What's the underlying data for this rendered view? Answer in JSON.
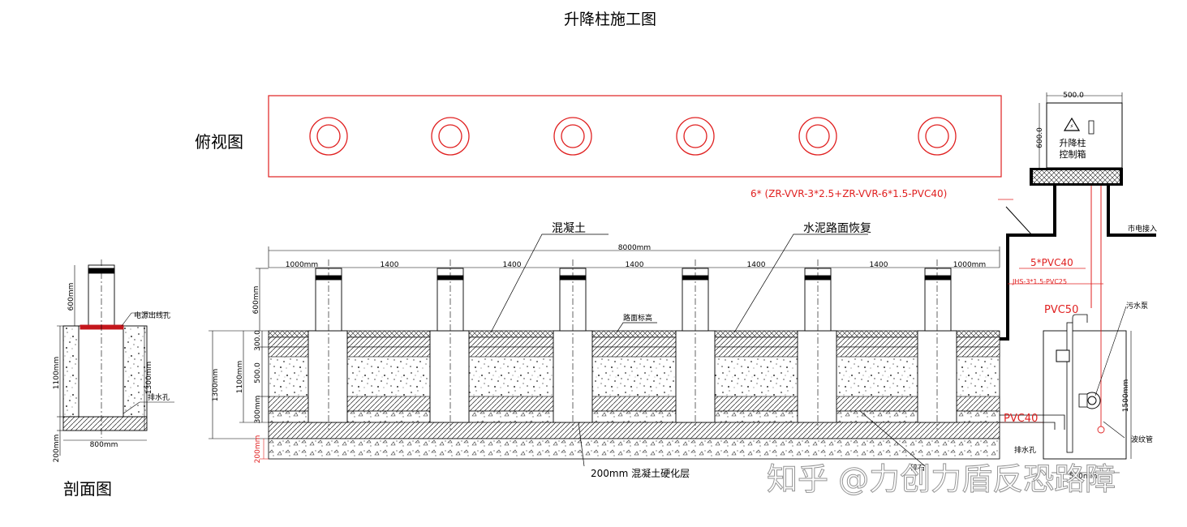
{
  "title": "升降柱施工图",
  "top_view_label": "俯视图",
  "section_label": "剖面图",
  "control_box": {
    "line1": "升降柱",
    "line2": "控制箱",
    "width_dim": "500.0",
    "height_dim": "600.0"
  },
  "cable_spec": "6* (ZR-VVR-3*2.5+ZR-VVR-6*1.5-PVC40)",
  "conduit_main": "5*PVC40",
  "conduit_jhs": "JHS-3*1.5-PVC25",
  "pvc50": "PVC50",
  "pvc40": "PVC40",
  "mains_input": "市电接入",
  "sewage_pump": "污水泵",
  "bellows_pipe": "波纹管",
  "drain_hole": "排水孔",
  "concrete": "混凝土",
  "road_restore": "水泥路面恢复",
  "road_level": "路面标高",
  "hardened_layer": "200mm 混凝土硬化层",
  "gravel_partial": "碎石",
  "total_length": "8000mm",
  "spacings": [
    "1000mm",
    "1400",
    "1400",
    "1400",
    "1400",
    "1400",
    "1000mm"
  ],
  "dims_main": {
    "d600": "600mm",
    "d1300": "1300mm",
    "d1100": "1100mm",
    "d300a": "300.0",
    "d500": "500.0",
    "d300b": "300mm",
    "d200": "200mm",
    "d1500": "1500mm",
    "d500pit": "500mm"
  },
  "section": {
    "power_hole": "电源出线孔",
    "drain_hole": "排水孔",
    "d600": "600mm",
    "d1100": "1100mm",
    "d1300": "1300mm",
    "d200": "200mm",
    "d800": "800mm"
  },
  "watermark": "知乎 @力创力盾反恐路障",
  "colors": {
    "accent": "#e02020",
    "ink": "#000000"
  }
}
